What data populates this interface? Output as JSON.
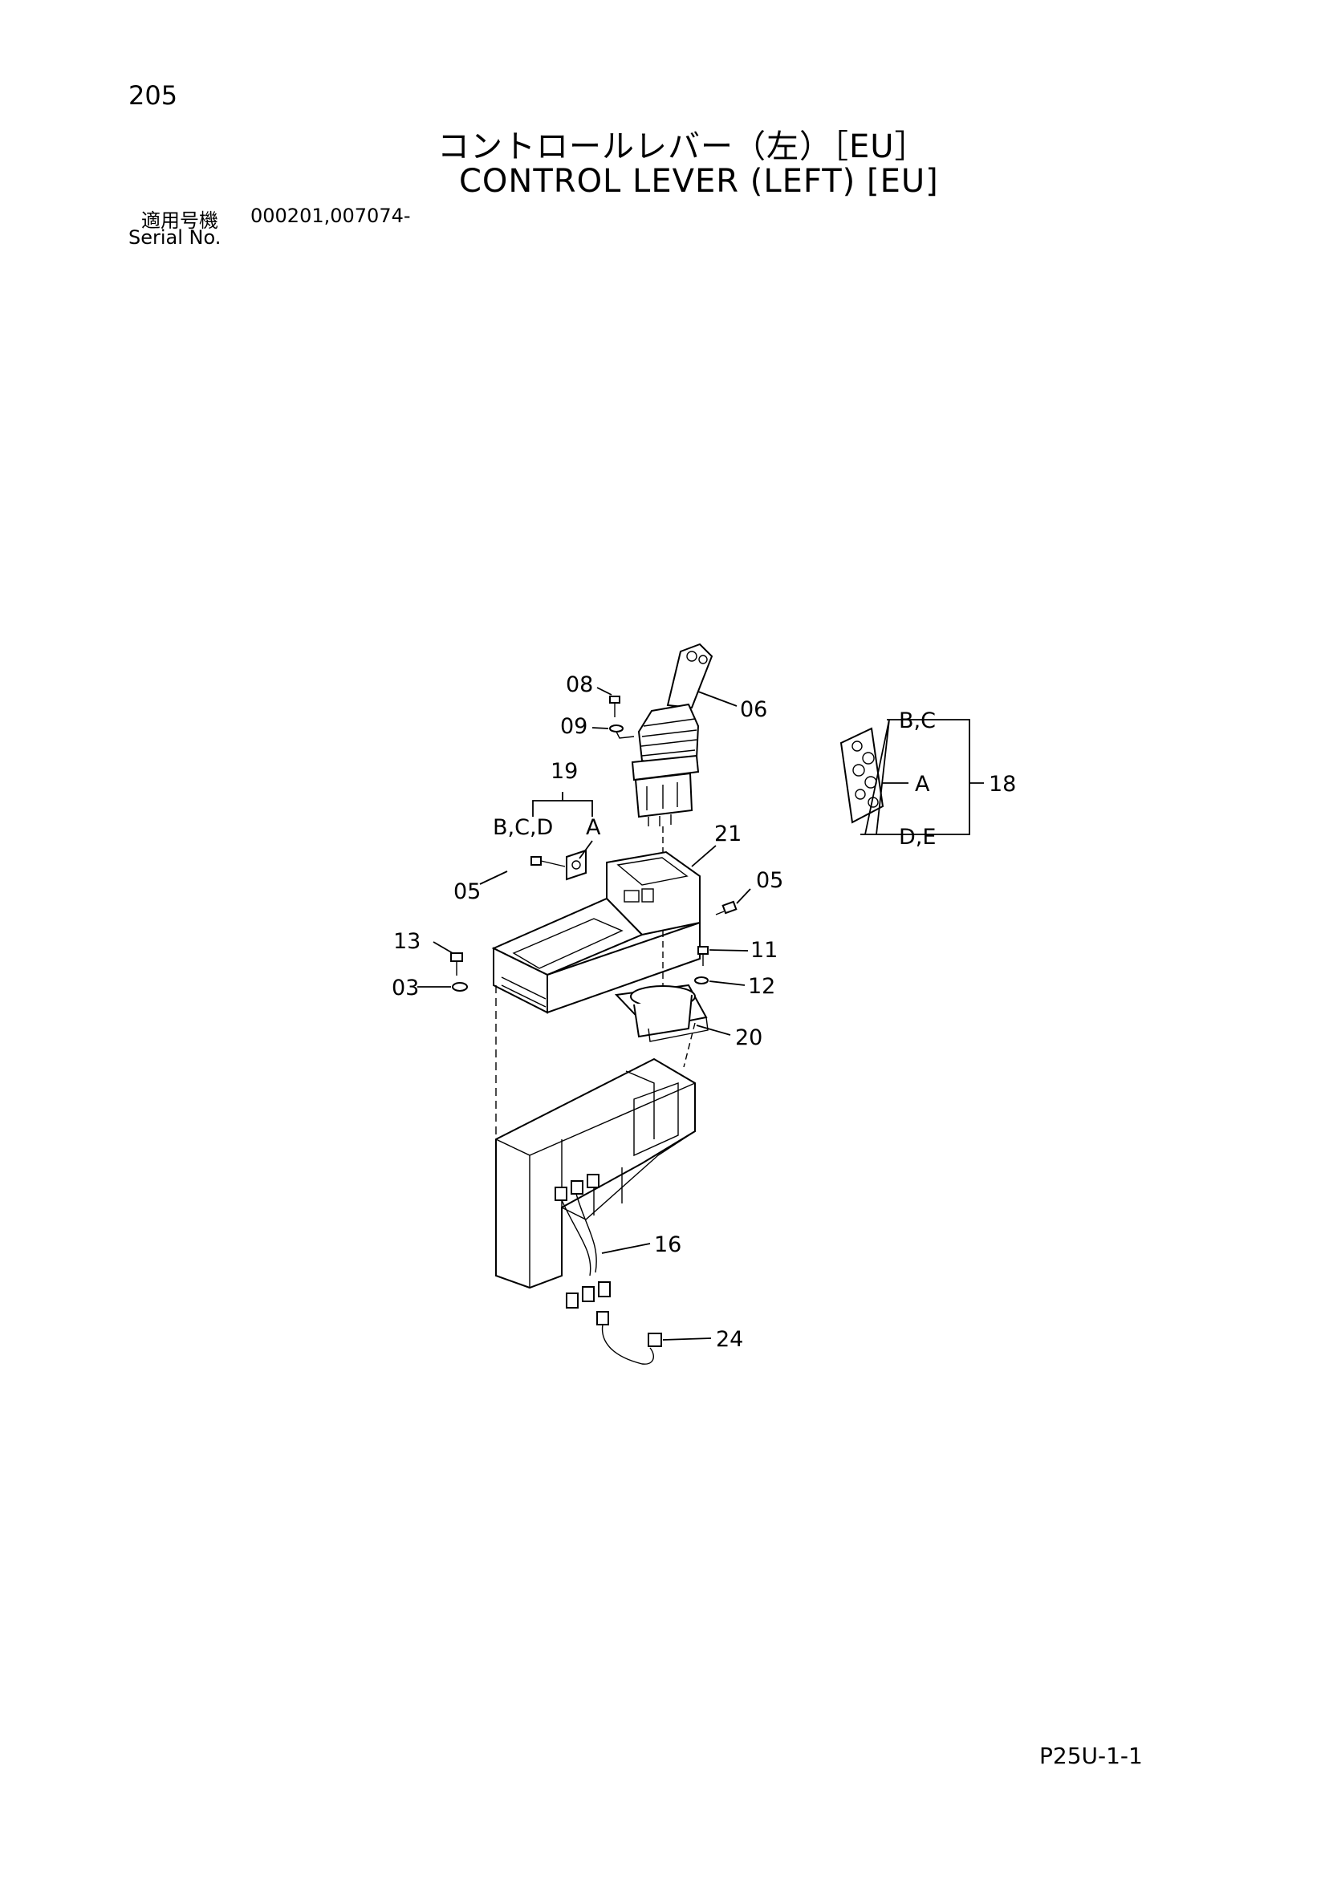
{
  "header": {
    "page_number": "205",
    "title_jp": "コントロールレバー（左）［EU］",
    "title_en": "CONTROL LEVER (LEFT) [EU]",
    "serial_jp": "適用号機",
    "serial_value": "000201,007074-",
    "serial_en": "Serial No."
  },
  "callouts": {
    "c08": "08",
    "c06": "06",
    "c09": "09",
    "c19": "19",
    "c19_left": "B,C,D",
    "c19_right": "A",
    "c21": "21",
    "c05a": "05",
    "c05b": "05",
    "c13": "13",
    "c11": "11",
    "c03": "03",
    "c12": "12",
    "c20": "20",
    "c16": "16",
    "c24": "24",
    "c18": "18",
    "c18_bc": "B,C",
    "c18_a": "A",
    "c18_de": "D,E"
  },
  "footer": {
    "page_code": "P25U-1-1"
  }
}
